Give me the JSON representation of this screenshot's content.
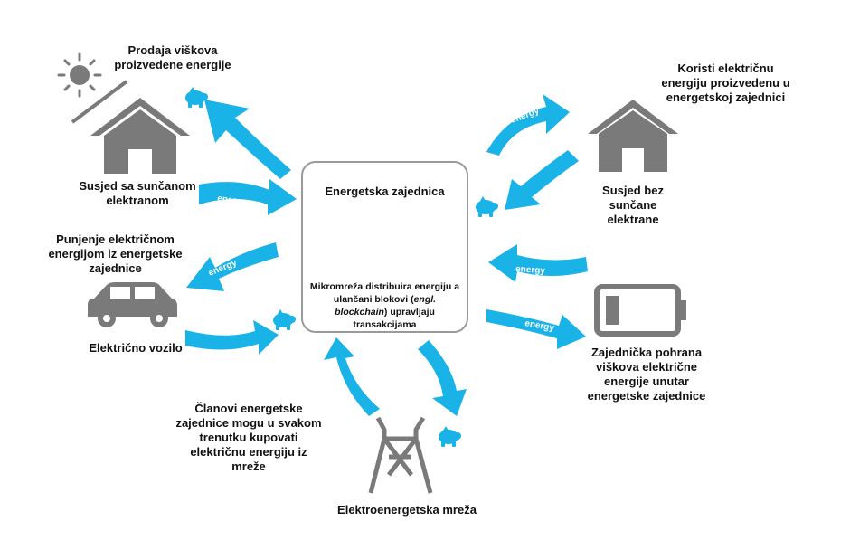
{
  "center": {
    "title": "Energetska zajednica",
    "desc_part1": "Mikromreža distribuira energiju a ulančani blokovi (",
    "desc_italic": "engl. blockchain",
    "desc_part2": ") upravljaju transakcijama"
  },
  "labels": {
    "sale_excess": "Prodaja viškova proizvedene energije",
    "solar_neighbor": "Susjed sa sunčanom elektranom",
    "charging": "Punjenje električnom energijom iz energetske zajednice",
    "ev": "Električno vozilo",
    "members_buy": "Članovi energetske zajednice mogu u svakom trenutku kupovati električnu energiju iz mreže",
    "grid": "Elektroenergetska mreža",
    "uses_energy": "Koristi električnu energiju proizvedenu u energetskoj zajednici",
    "neighbor_no_solar": "Susjed bez sunčane elektrane",
    "shared_storage": "Zajednička pohrana viškova električne energije unutar energetske zajednice"
  },
  "arrow_text": "energy",
  "colors": {
    "arrow": "#1ab3e8",
    "icon": "#7a7a7a",
    "green": "#3fd13f"
  }
}
